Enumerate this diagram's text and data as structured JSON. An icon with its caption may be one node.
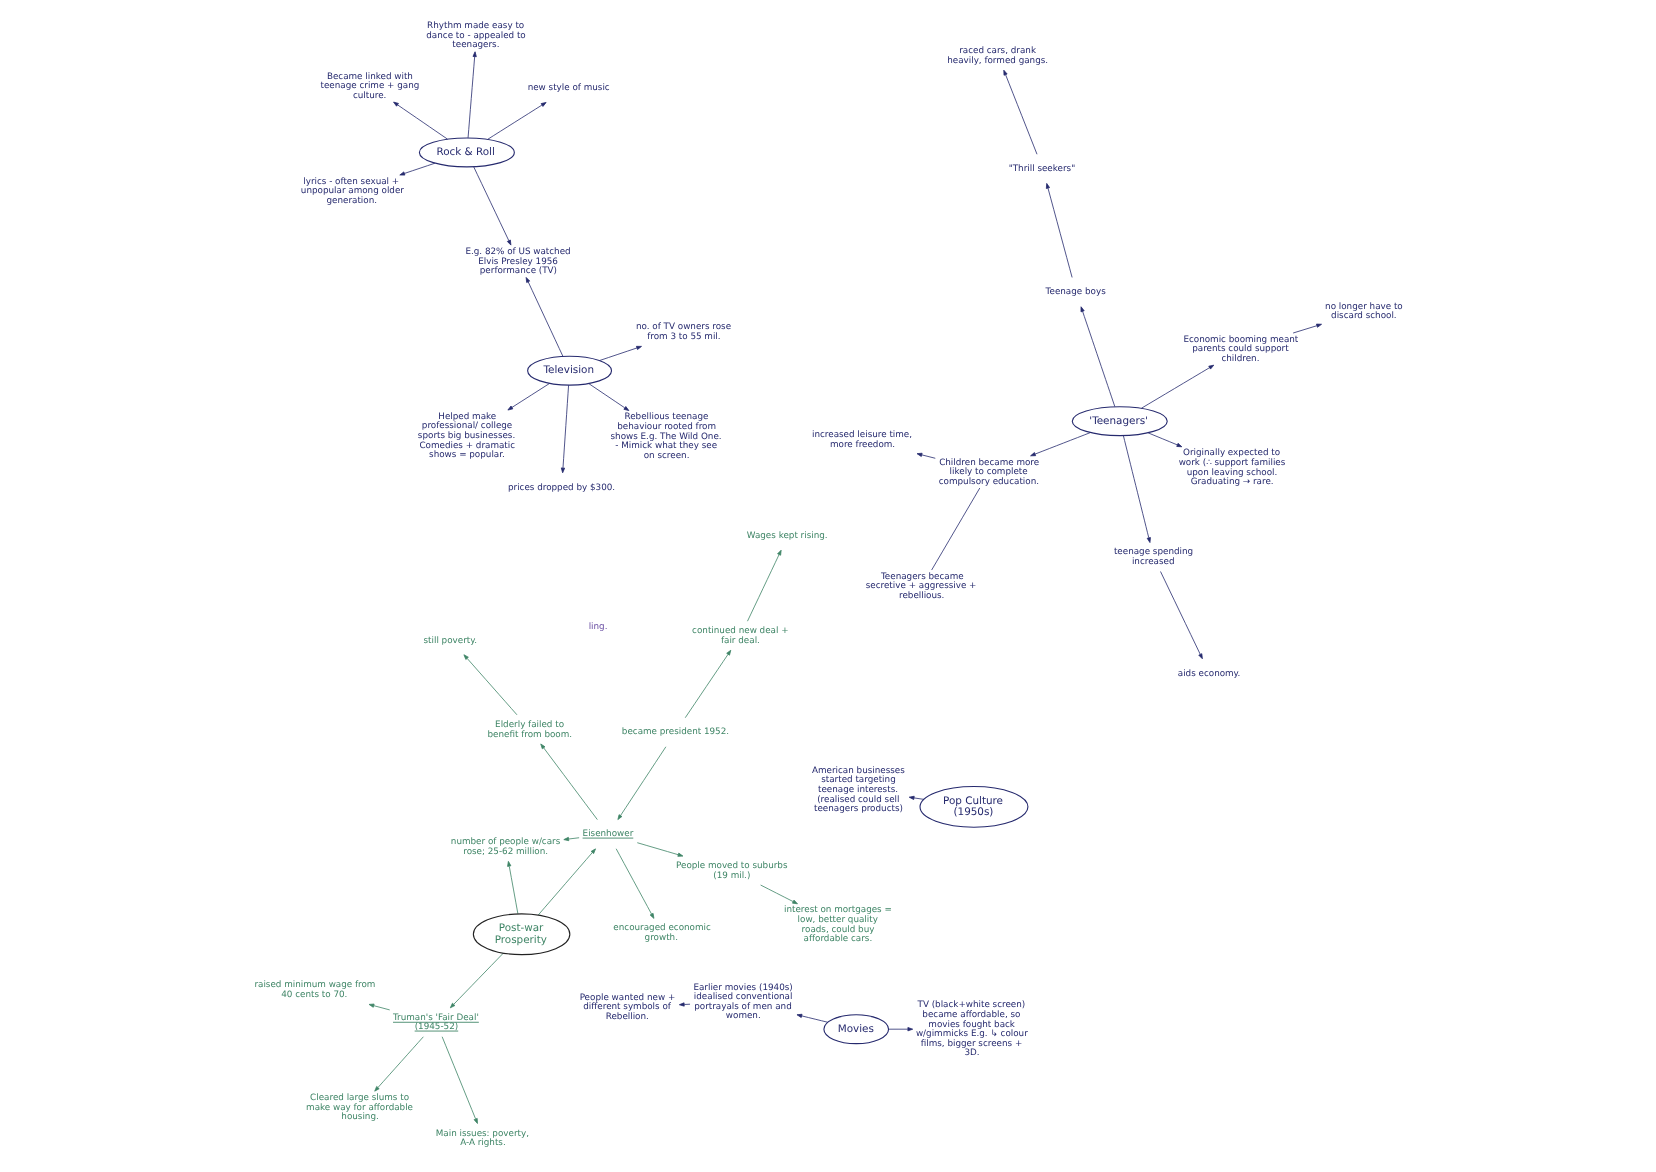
{
  "diagram": {
    "nodes": [
      {
        "text": [
          "raised minimum wage from 40 cents to 70."
        ]
      },
      {
        "text": [
          "Main issues: poverty, A-A rights."
        ]
      },
      {
        "text": [
          "Truman's 'Fair Deal' (1945-52)"
        ]
      },
      {
        "text": [
          "lyrics - often sexual + unpopular among older generation."
        ]
      },
      {
        "text": [
          "new style of music"
        ]
      },
      {
        "text": [
          "Rock & Roll"
        ]
      },
      {
        "text": [
          "Rhythm made easy to dance to - appealed to teenagers."
        ]
      },
      {
        "text": [
          "Wages kept rising."
        ]
      },
      {
        "text": [
          "continued new deal + fair deal."
        ]
      },
      {
        "text": [
          "Post-war Prosperity"
        ]
      },
      {
        "text": [
          "Cleared large slums to make way for affordable housing."
        ]
      },
      {
        "text": [
          "E.g. 82% of US watched Elvis Presley 1956 performance (TV)"
        ]
      },
      {
        "text": [
          "Became linked with teenage crime + gang culture."
        ]
      },
      {
        "text": [
          "became president 1952."
        ]
      },
      {
        "text": [
          "Eisenhower"
        ]
      },
      {
        "text": [
          "encouraged economic growth."
        ]
      },
      {
        "text": [
          "Helped make professional/ college sports big businesses. Comedies + dramatic shows = popular."
        ]
      },
      {
        "text": [
          "no. of TV owners rose from 3 to 55 mil."
        ]
      },
      {
        "text": [
          "Television"
        ]
      },
      {
        "text": [
          "prices dropped by $300."
        ]
      },
      {
        "text": [
          "People moved to suburbs (19 mil.)"
        ]
      },
      {
        "text": [
          "number of people w/cars rose; 25-62 million."
        ]
      },
      {
        "text": [
          "interest on mortgages = low, better quality roads, could buy affordable cars."
        ]
      },
      {
        "text": [
          "Elderly failed to benefit from boom."
        ]
      },
      {
        "text": [
          "American businesses started targeting teenage interests. (realised could sell teenagers products)"
        ]
      },
      {
        "text": [
          "Rebellious teenage behaviour rooted from shows E.g. The Wild One. - Mimick what they see on screen."
        ]
      },
      {
        "text": [
          "still poverty."
        ]
      },
      {
        "text": [
          "Pop Culture (1950s)"
        ]
      },
      {
        "text": [
          "Teenagers became secretive + aggressive + rebellious."
        ]
      },
      {
        "text": [
          "Originally expected to work (∴ support families upon leaving school. Graduating → rare."
        ]
      },
      {
        "text": [
          "Children became more likely to complete compulsory education."
        ]
      },
      {
        "text": [
          "increased leisure time, more freedom."
        ]
      },
      {
        "text": [
          "People wanted new + different symbols of Rebellion."
        ]
      },
      {
        "text": [
          "'Teenagers'"
        ]
      },
      {
        "text": [
          "TV (black+white screen) became affordable, so movies fought back w/gimmicks E.g. ↳ colour films, bigger screens + 3D."
        ]
      },
      {
        "text": [
          "Movies"
        ]
      },
      {
        "text": [
          "Economic booming meant parents could support children."
        ]
      },
      {
        "text": [
          "teenage spending increased"
        ]
      },
      {
        "text": [
          "Teenage boys"
        ]
      },
      {
        "text": [
          "\"Thrill seekers\""
        ]
      },
      {
        "text": [
          "Earlier movies (1940s) idealised conventional portrayals of men and women."
        ]
      },
      {
        "text": [
          "no longer have to discard school."
        ]
      },
      {
        "text": [
          "aids economy."
        ]
      },
      {
        "text": [
          "raced cars, drank heavily, formed gangs."
        ]
      }
    ],
    "edges": [
      {
        "from": 9,
        "to": 2,
        "arrow": "to",
        "color": "#3f8566"
      },
      {
        "from": 2,
        "to": 0,
        "arrow": "to",
        "color": "#3f8566"
      },
      {
        "from": 2,
        "to": 1,
        "arrow": "to",
        "color": "#3f8566"
      },
      {
        "from": 2,
        "to": 10,
        "arrow": "to",
        "color": "#3f8566"
      },
      {
        "from": 9,
        "to": 14,
        "arrow": "to",
        "color": "#3f8566"
      },
      {
        "from": 9,
        "to": 21,
        "arrow": "to",
        "color": "#3f8566"
      },
      {
        "from": 13,
        "to": 14,
        "arrow": "to",
        "color": "#3f8566"
      },
      {
        "from": 13,
        "to": 8,
        "arrow": "to",
        "color": "#3f8566"
      },
      {
        "from": 8,
        "to": 7,
        "arrow": "to",
        "color": "#3f8566"
      },
      {
        "from": 14,
        "to": 15,
        "arrow": "to",
        "color": "#3f8566"
      },
      {
        "from": 14,
        "to": 21,
        "arrow": "to",
        "color": "#3f8566"
      },
      {
        "from": 14,
        "to": 20,
        "arrow": "to",
        "color": "#3f8566"
      },
      {
        "from": 20,
        "to": 22,
        "arrow": "to",
        "color": "#3f8566"
      },
      {
        "from": 14,
        "to": 23,
        "arrow": "to",
        "color": "#3f8566"
      },
      {
        "from": 23,
        "to": 26,
        "arrow": "to",
        "color": "#3f8566"
      },
      {
        "from": 5,
        "to": 3,
        "arrow": "to"
      },
      {
        "from": 5,
        "to": 4,
        "arrow": "to"
      },
      {
        "from": 5,
        "to": 6,
        "arrow": "to"
      },
      {
        "from": 5,
        "to": 12,
        "arrow": "to"
      },
      {
        "from": 5,
        "to": 11,
        "arrow": "to"
      },
      {
        "from": 18,
        "to": 11,
        "arrow": "to"
      },
      {
        "from": 18,
        "to": 16,
        "arrow": "to"
      },
      {
        "from": 18,
        "to": 17,
        "arrow": "to"
      },
      {
        "from": 18,
        "to": 19,
        "arrow": "to"
      },
      {
        "from": 18,
        "to": 25,
        "arrow": "to"
      },
      {
        "from": 27,
        "to": 24,
        "arrow": "to"
      },
      {
        "from": 30,
        "to": 28,
        "arrow": "none"
      },
      {
        "from": 35,
        "to": 34,
        "arrow": "to"
      },
      {
        "from": 35,
        "to": 40,
        "arrow": "to"
      },
      {
        "from": 40,
        "to": 32,
        "arrow": "to"
      },
      {
        "from": 33,
        "to": 29,
        "arrow": "to"
      },
      {
        "from": 33,
        "to": 36,
        "arrow": "to"
      },
      {
        "from": 36,
        "to": 41,
        "arrow": "to"
      },
      {
        "from": 33,
        "to": 30,
        "arrow": "to"
      },
      {
        "from": 30,
        "to": 31,
        "arrow": "to"
      },
      {
        "from": 33,
        "to": 37,
        "arrow": "to"
      },
      {
        "from": 37,
        "to": 42,
        "arrow": "to"
      },
      {
        "from": 33,
        "to": 38,
        "arrow": "to"
      },
      {
        "from": 38,
        "to": 39,
        "arrow": "to"
      },
      {
        "from": 39,
        "to": 43,
        "arrow": "to"
      }
    ],
    "labels": [
      "ling."
    ]
  }
}
